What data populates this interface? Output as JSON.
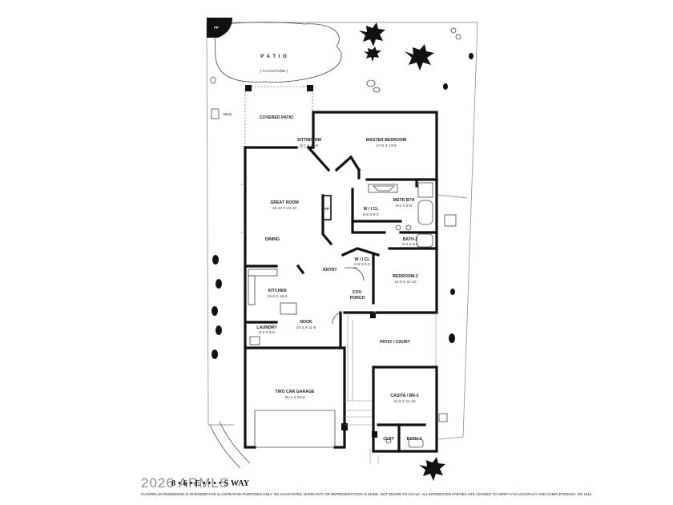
{
  "rooms": {
    "patio": {
      "name": "P A T I O",
      "sub": "( FLAGSTONE )"
    },
    "fp_outdoor": "FP",
    "bbq": "BBQ",
    "covered_patio": "COVERED PATIO",
    "sitting_rm": {
      "name": "SITTING RM",
      "dim": "8-7  X  12-0"
    },
    "master_bedroom": {
      "name": "MASTER BEDROOM",
      "dim": "17-6  X  13-0"
    },
    "mstr_bth": {
      "name": "MSTR BTH",
      "dim": "9-2  X 8-8"
    },
    "wi_cl_master": {
      "name": "W / I  CL",
      "dim": "6-6  X 6-1"
    },
    "great_room": {
      "name": "GREAT ROOM",
      "dim": "15-10  X  23-10"
    },
    "fp_indoor": "FP",
    "dining": "DINING",
    "bath2": {
      "name": "BATH-2",
      "dim": "8-4  X 5-8"
    },
    "wi_cl_bed2": {
      "name": "W / I  CL",
      "dim": "4-6 X 6-6"
    },
    "bedroom2": {
      "name": "BEDROOM-2",
      "dim": "11-9  X  11-10"
    },
    "entry": "ENTRY",
    "kitchen": {
      "name": "KITCHEN",
      "dim": "16-6  X 16-2"
    },
    "cov_porch": {
      "line1": "COV.",
      "line2": "PORCH"
    },
    "laundry": {
      "name": "LAUNDRY",
      "dim": "8-4  X 5-6"
    },
    "nook": {
      "name": "NOOK",
      "dim": "10-2  X 11-6"
    },
    "patio_court": "PATIO / COURT",
    "garage": {
      "name": "TWO CAR GARAGE",
      "dim": "20-4  X  20-2"
    },
    "casita": {
      "name": "CASITA / BR-3",
      "dim": "11-6  X  11-10"
    },
    "clst": "CLST",
    "bath3": "BATH-3"
  },
  "footer": {
    "watermark": "2026 ARMLS",
    "address": "8 • 6 • E  • • • •  S WAY",
    "disclaimer": "FLOORPLAN RENDERING IS INTENDED FOR ILLUSTRATIVE PURPOSES ONLY.  NO GUARANTEE, WARRANTY OR REPRESENTATION IS MADE.  NOT DRAWN TO SCALE.  ALL INTERESTED PARTIES ARE ADVISED TO VERIFY ITS ACCURACY AND COMPLETENESS.  ID#  1414"
  }
}
